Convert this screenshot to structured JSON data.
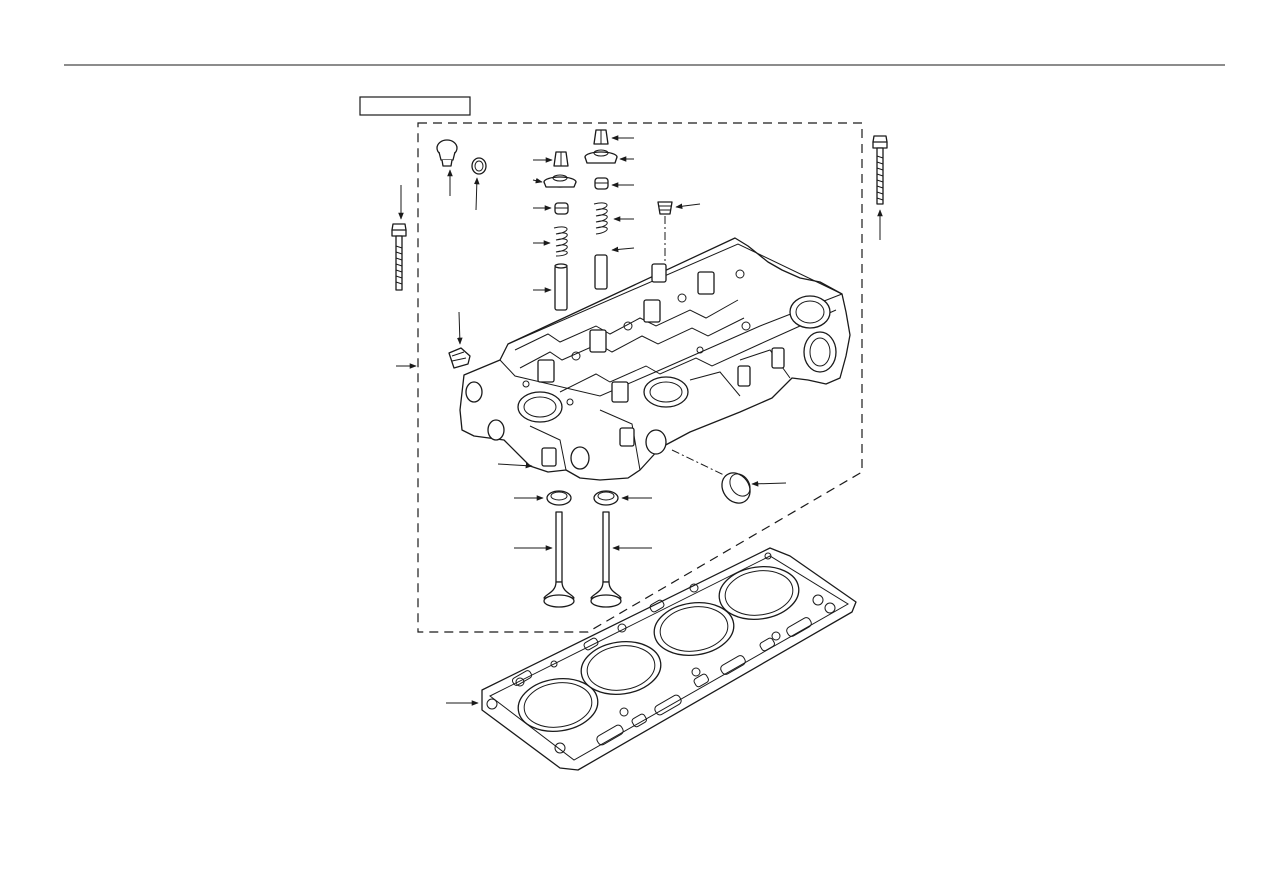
{
  "figure": {
    "header_label": "",
    "icon": "cylinder-head-exploded-view",
    "line_color": "#1a1a1a",
    "background_color": "#ffffff",
    "parts": [
      "head-bolt-left",
      "head-bolt-right",
      "drain-plug",
      "plug-washer",
      "valve-keepers",
      "valve-spring-retainers",
      "valve-stem-seals",
      "valve-springs",
      "valve-guides",
      "threaded-plug",
      "sealing-plug",
      "cylinder-head",
      "cam-bore-seal",
      "valve-seats",
      "valves",
      "head-gasket"
    ]
  }
}
